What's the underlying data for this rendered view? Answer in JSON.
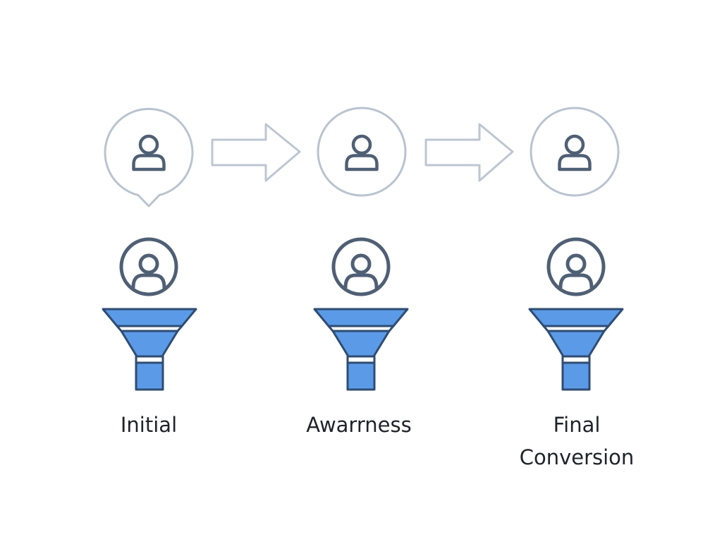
{
  "stages": [
    {
      "label": "Initial"
    },
    {
      "label": "Awarrness"
    },
    {
      "label": "Final Conversion"
    }
  ],
  "icons": {
    "top_avatar": "user-icon",
    "bottom_avatar": "user-circle-icon",
    "arrow": "arrow-right-icon",
    "funnel": "funnel-icon"
  },
  "colors": {
    "circle_outline": "#b9c3d0",
    "arrow_outline": "#bcc6d2",
    "icon_stroke": "#4f5f74",
    "funnel_fill": "#5b9ae6",
    "funnel_stroke": "#2f4c72",
    "funnel_band": "#ffffff",
    "label_text": "#1f2329"
  }
}
